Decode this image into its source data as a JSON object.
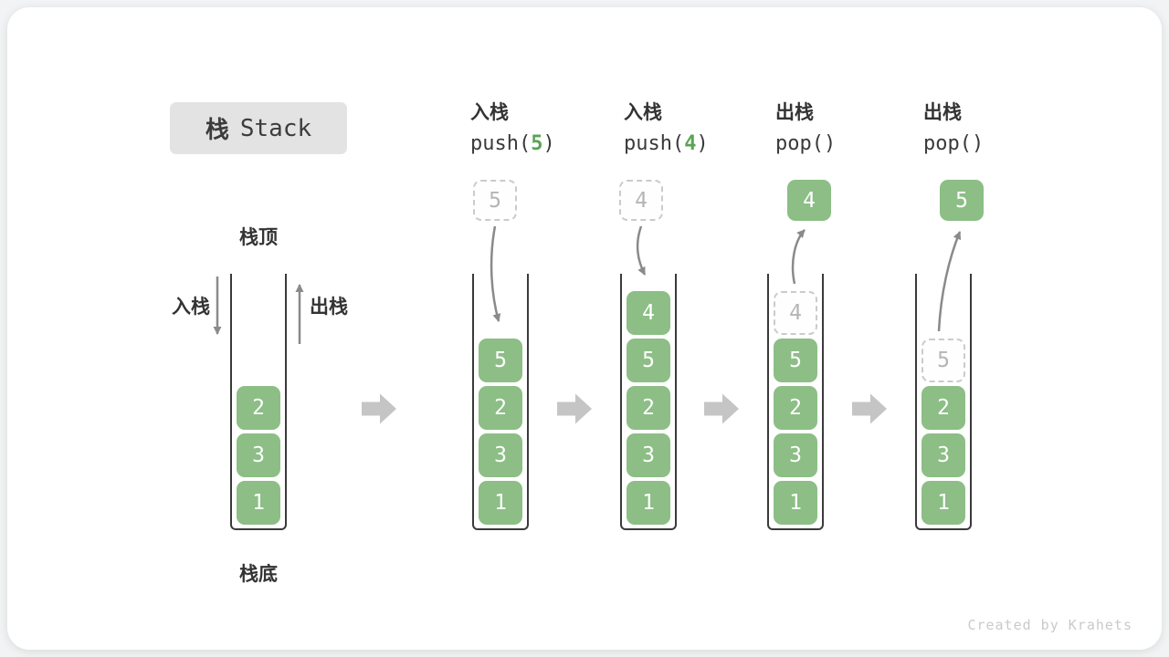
{
  "title": {
    "zh": "栈",
    "en": "Stack"
  },
  "legend": {
    "stack_top": "栈顶",
    "stack_bottom": "栈底",
    "push": "入栈",
    "pop": "出栈"
  },
  "steps": [
    {
      "label_zh": "入栈",
      "code_pre": "push(",
      "code_arg": "5",
      "code_post": ")",
      "float_value": "5",
      "float_state": "ghost"
    },
    {
      "label_zh": "入栈",
      "code_pre": "push(",
      "code_arg": "4",
      "code_post": ")",
      "float_value": "4",
      "float_state": "ghost"
    },
    {
      "label_zh": "出栈",
      "code_pre": "pop()",
      "code_arg": "",
      "code_post": "",
      "float_value": "4",
      "float_state": "solid"
    },
    {
      "label_zh": "出栈",
      "code_pre": "pop()",
      "code_arg": "",
      "code_post": "",
      "float_value": "5",
      "float_state": "solid"
    }
  ],
  "stacks": [
    {
      "items": [
        {
          "value": "2",
          "state": "solid"
        },
        {
          "value": "3",
          "state": "solid"
        },
        {
          "value": "1",
          "state": "solid"
        }
      ]
    },
    {
      "items": [
        {
          "value": "5",
          "state": "solid"
        },
        {
          "value": "2",
          "state": "solid"
        },
        {
          "value": "3",
          "state": "solid"
        },
        {
          "value": "1",
          "state": "solid"
        }
      ]
    },
    {
      "items": [
        {
          "value": "4",
          "state": "solid"
        },
        {
          "value": "5",
          "state": "solid"
        },
        {
          "value": "2",
          "state": "solid"
        },
        {
          "value": "3",
          "state": "solid"
        },
        {
          "value": "1",
          "state": "solid"
        }
      ]
    },
    {
      "items": [
        {
          "value": "4",
          "state": "ghost"
        },
        {
          "value": "5",
          "state": "solid"
        },
        {
          "value": "2",
          "state": "solid"
        },
        {
          "value": "3",
          "state": "solid"
        },
        {
          "value": "1",
          "state": "solid"
        }
      ]
    },
    {
      "items": [
        {
          "value": "5",
          "state": "ghost"
        },
        {
          "value": "2",
          "state": "solid"
        },
        {
          "value": "3",
          "state": "solid"
        },
        {
          "value": "1",
          "state": "solid"
        }
      ]
    }
  ],
  "watermark": "Created by Krahets",
  "colors": {
    "item_green": "#8cbe85",
    "code_green": "#5ba353",
    "arrow_gray": "#8a8a8a",
    "step_arrow_gray": "#c5c5c5",
    "ghost_border": "#cbcbcb",
    "title_bg": "#e3e3e3",
    "text_dark": "#3a3a3a"
  }
}
